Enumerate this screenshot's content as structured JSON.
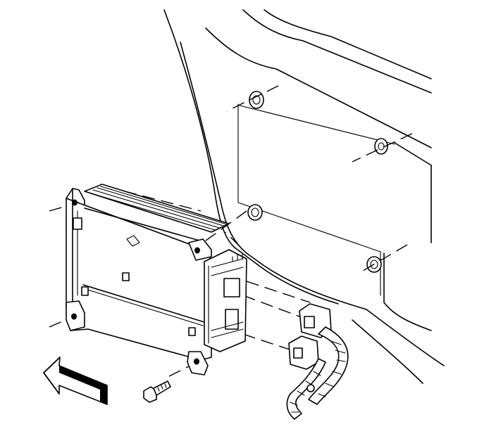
{
  "diagram": {
    "parts": [
      {
        "id": "vehicle-panel",
        "icon": "vehicle-body-panel"
      },
      {
        "id": "mounting-bracket",
        "icon": "mounting-bracket-plate"
      },
      {
        "id": "control-module",
        "icon": "electronic-control-module"
      },
      {
        "id": "wiring-harness",
        "icon": "wiring-harness-connector"
      },
      {
        "id": "bolt",
        "icon": "mounting-bolt"
      },
      {
        "id": "front-arrow",
        "icon": "direction-arrow"
      }
    ],
    "colors": {
      "line": "#000000",
      "background": "#ffffff"
    }
  }
}
